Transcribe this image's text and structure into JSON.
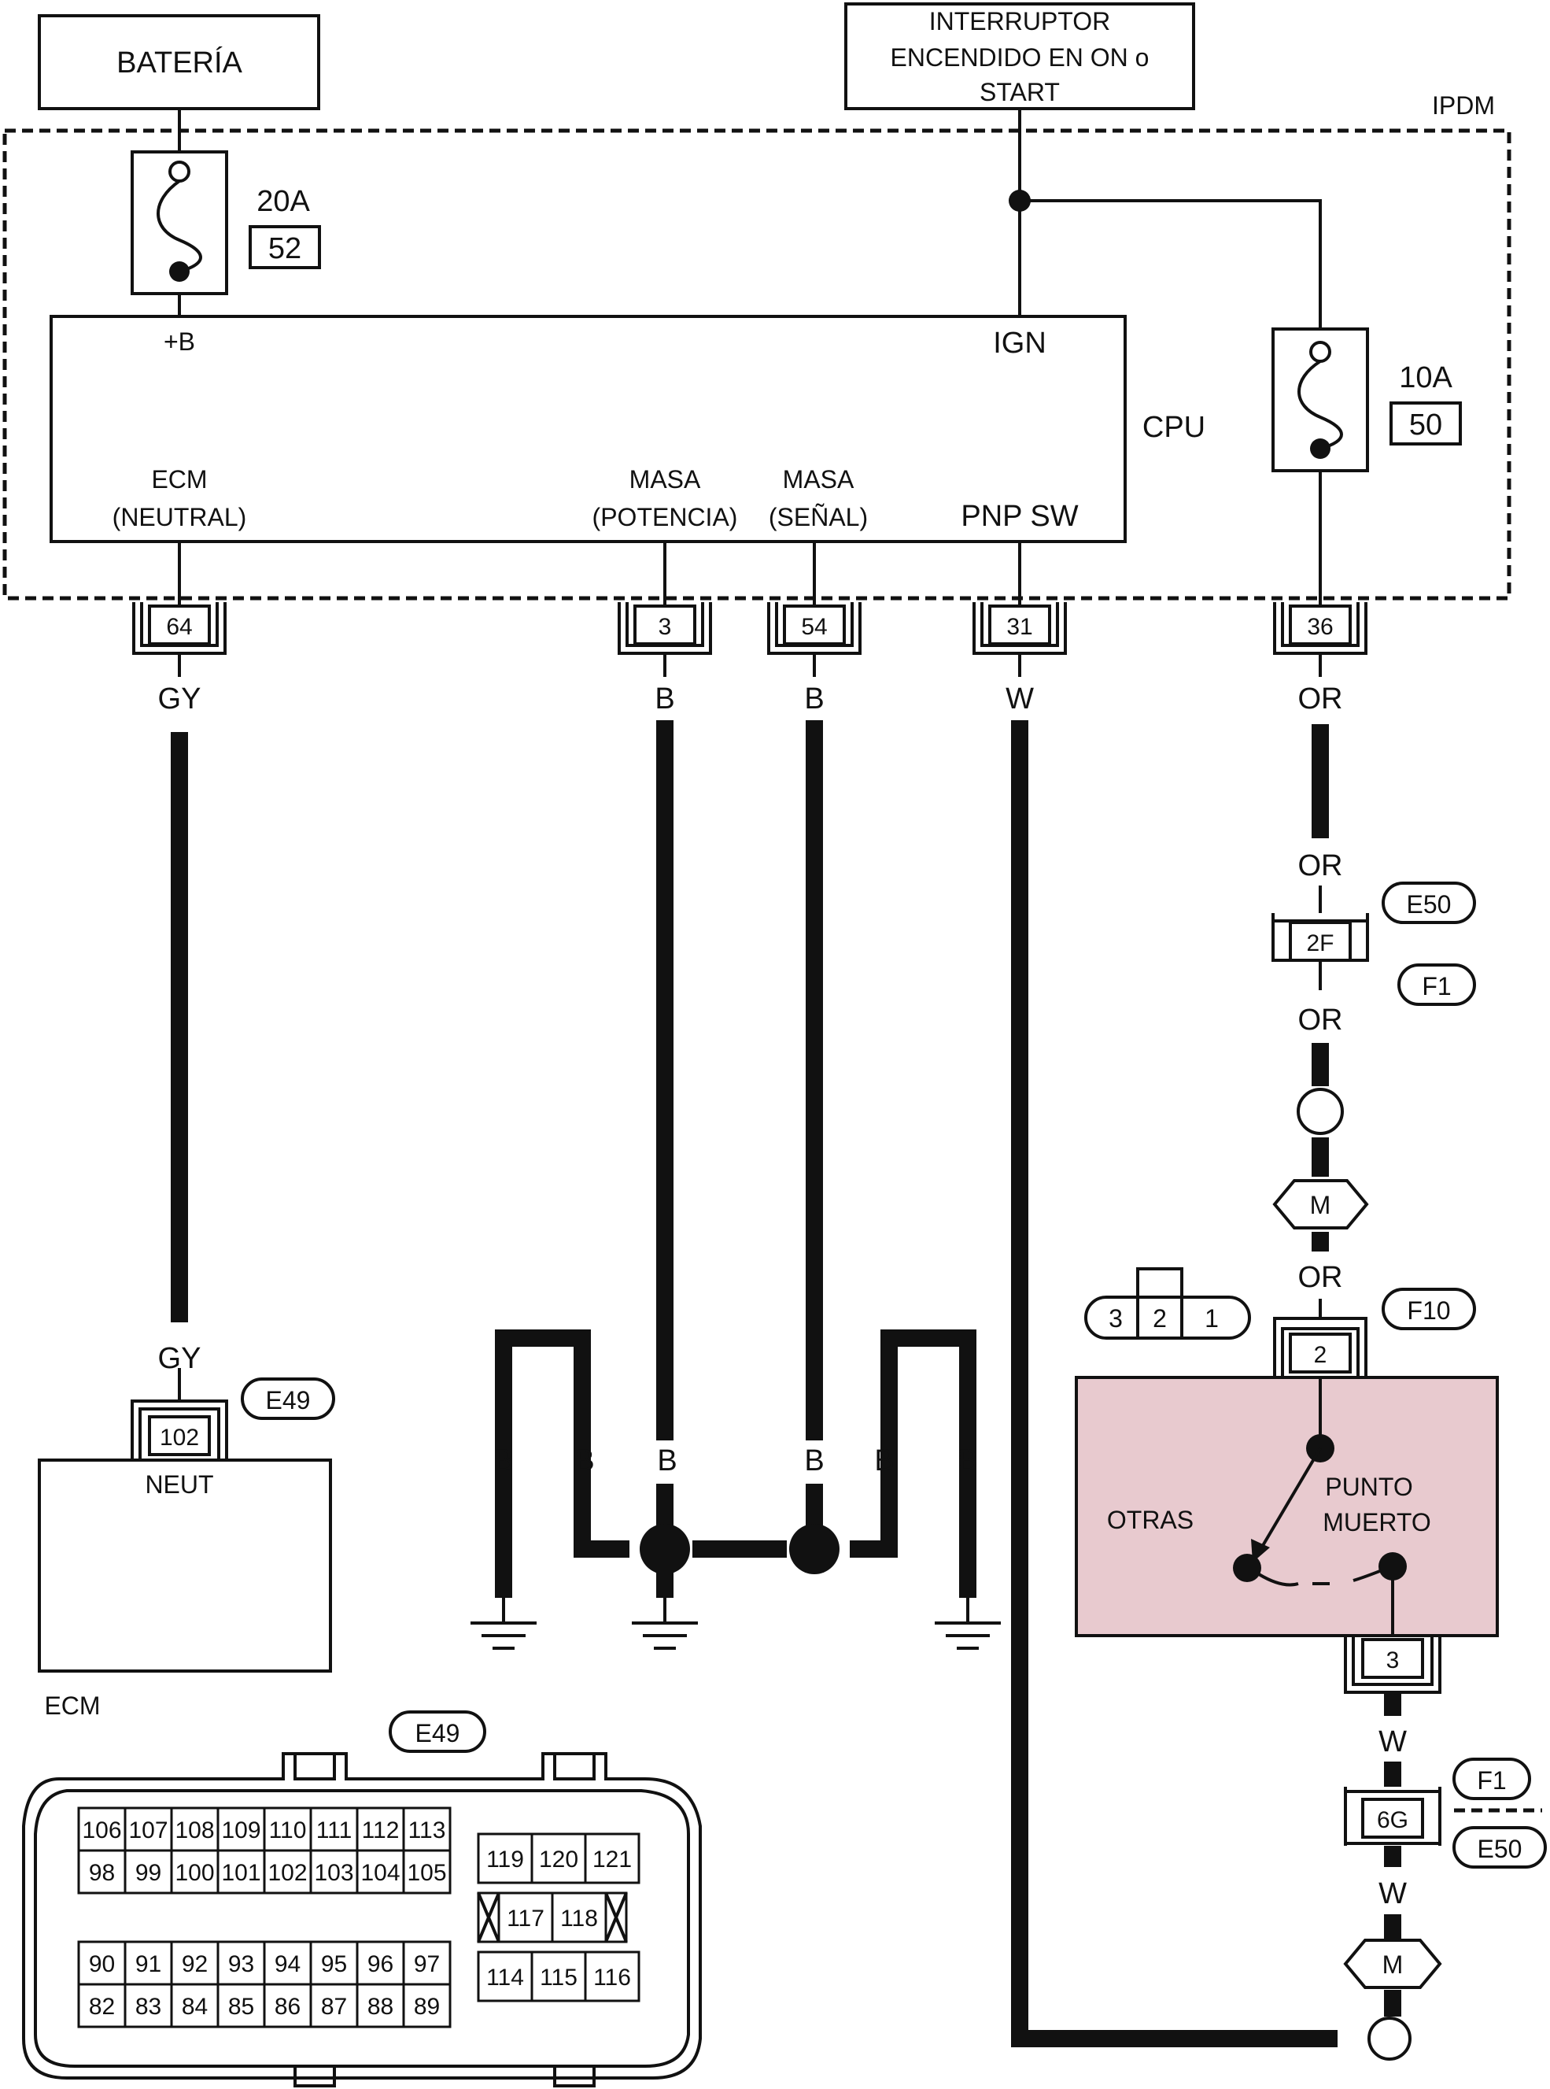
{
  "components": {
    "battery": "BATERÍA",
    "ignition": [
      "INTERRUPTOR",
      "ENCENDIDO EN ON o",
      "START"
    ],
    "ipdm": "IPDM",
    "cpu": "CPU",
    "ecm": "ECM",
    "switch_other": "OTRAS",
    "switch_neutral": [
      "PUNTO",
      "MUERTO"
    ]
  },
  "fuses": [
    {
      "rating": "20A",
      "number": "52"
    },
    {
      "rating": "10A",
      "number": "50"
    }
  ],
  "cpu_terminals": {
    "plus_b": "+B",
    "ign": "IGN",
    "ecm_neutral": [
      "ECM",
      "(NEUTRAL)"
    ],
    "masa_potencia": [
      "MASA",
      "(POTENCIA)"
    ],
    "masa_senal": [
      "MASA",
      "(SEÑAL)"
    ],
    "pnp_sw": "PNP SW"
  },
  "ipdm_pins": [
    "64",
    "3",
    "54",
    "31",
    "36"
  ],
  "wire_colors": {
    "gy": "GY",
    "b": "B",
    "w": "W",
    "or": "OR"
  },
  "connectors": {
    "e50": "E50",
    "f1": "F1",
    "f10": "F10",
    "e49": "E49",
    "m": "M",
    "c2f": "2F",
    "c6g": "6G",
    "pin2": "2",
    "pin3": "3",
    "ecm_pin": "102",
    "ecm_neut": "NEUT",
    "face": [
      "3",
      "2",
      "1"
    ]
  },
  "ecm_connector": {
    "label": "E49",
    "rows_left": [
      [
        "106",
        "107",
        "108",
        "109",
        "110",
        "111",
        "112",
        "113"
      ],
      [
        "98",
        "99",
        "100",
        "101",
        "102",
        "103",
        "104",
        "105"
      ],
      [
        "90",
        "91",
        "92",
        "93",
        "94",
        "95",
        "96",
        "97"
      ],
      [
        "82",
        "83",
        "84",
        "85",
        "86",
        "87",
        "88",
        "89"
      ]
    ],
    "rows_right": [
      [
        "119",
        "120",
        "121"
      ],
      [
        "",
        "117",
        "118",
        ""
      ],
      [
        "114",
        "115",
        "116"
      ]
    ]
  }
}
